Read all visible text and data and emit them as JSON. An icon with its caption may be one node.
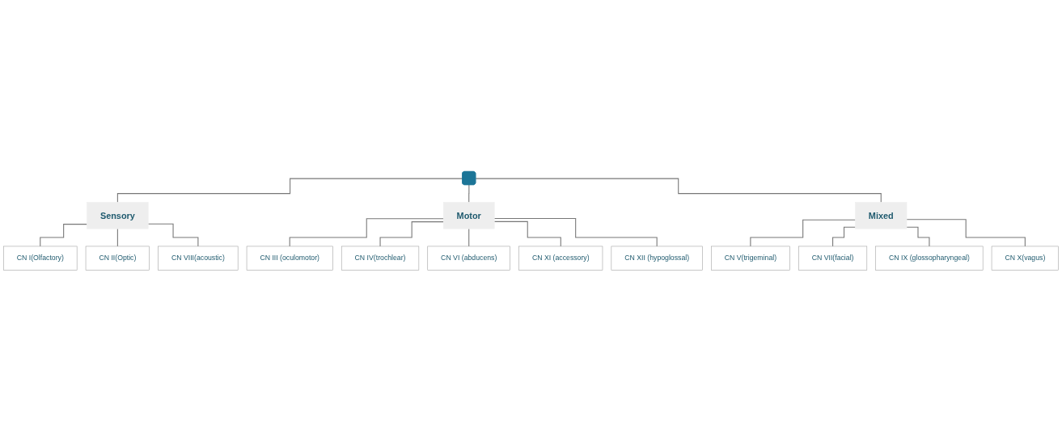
{
  "diagram": {
    "nodes": [
      {
        "text": [],
        "shape": "bar"
      },
      {
        "text": [
          "Sensory"
        ]
      },
      {
        "text": [
          "CN I(Olfactory)"
        ]
      },
      {
        "text": [
          "CN II(Optic)"
        ]
      },
      {
        "text": [
          "CN VIII(acoustic)"
        ]
      },
      {
        "text": [
          "Motor"
        ]
      },
      {
        "text": [
          "CN III (oculomotor)"
        ]
      },
      {
        "text": [
          "CN IV(trochlear)"
        ]
      },
      {
        "text": [
          "CN VI (abducens)"
        ]
      },
      {
        "text": [
          "CN XI (accessory)"
        ]
      },
      {
        "text": [
          "CN XII (hypoglossal)"
        ]
      },
      {
        "text": [
          "Mixed"
        ]
      },
      {
        "text": [
          "CN V(trigeminal)"
        ]
      },
      {
        "text": [
          "CN VII(facial)"
        ]
      },
      {
        "text": [
          "CN IX (glossopharyngeal)"
        ]
      },
      {
        "text": [
          "CN X(vagus)"
        ]
      }
    ],
    "edges": [
      {
        "from": 0,
        "to": 1,
        "arrow": "none"
      },
      {
        "from": 0,
        "to": 5,
        "arrow": "none"
      },
      {
        "from": 0,
        "to": 11,
        "arrow": "none"
      },
      {
        "from": 1,
        "to": 2,
        "arrow": "none"
      },
      {
        "from": 1,
        "to": 3,
        "arrow": "none"
      },
      {
        "from": 1,
        "to": 4,
        "arrow": "none"
      },
      {
        "from": 5,
        "to": 6,
        "arrow": "none"
      },
      {
        "from": 5,
        "to": 7,
        "arrow": "none"
      },
      {
        "from": 5,
        "to": 8,
        "arrow": "none"
      },
      {
        "from": 5,
        "to": 9,
        "arrow": "none"
      },
      {
        "from": 5,
        "to": 10,
        "arrow": "none"
      },
      {
        "from": 11,
        "to": 12,
        "arrow": "none"
      },
      {
        "from": 11,
        "to": 13,
        "arrow": "none"
      },
      {
        "from": 11,
        "to": 14,
        "arrow": "none"
      },
      {
        "from": 11,
        "to": 15,
        "arrow": "none"
      }
    ]
  }
}
